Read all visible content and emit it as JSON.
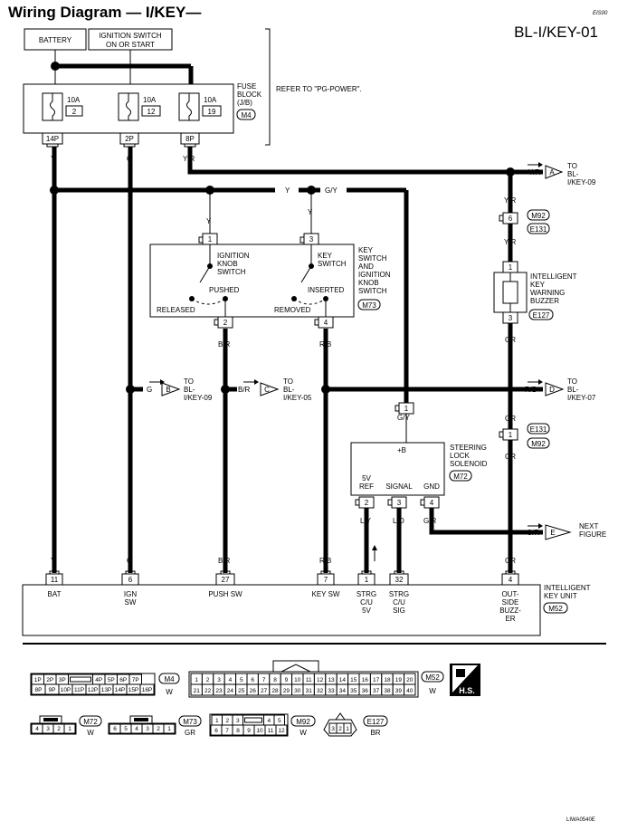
{
  "header": {
    "title": "Wiring Diagram — I/KEY—",
    "code": "BL-I/KEY-01",
    "tiny_code": "EIS00",
    "footer_code": "LIWA0540E"
  },
  "supply": {
    "battery": "BATTERY",
    "ignition": [
      "IGNITION SWITCH",
      "ON OR START"
    ],
    "fuse_block": [
      "FUSE",
      "BLOCK",
      "(J/B)"
    ],
    "fuse_block_conn": "M4",
    "refer": "REFER TO \"PG-POWER\".",
    "fuses": [
      {
        "amp": "10A",
        "num": "2",
        "pin": "14P",
        "wire": "Y"
      },
      {
        "amp": "10A",
        "num": "12",
        "pin": "2P",
        "wire": "G"
      },
      {
        "amp": "10A",
        "num": "19",
        "pin": "8P",
        "wire": "Y/R"
      }
    ]
  },
  "key_switch": {
    "name": [
      "KEY",
      "SWITCH",
      "AND",
      "IGNITION",
      "KNOB",
      "SWITCH"
    ],
    "conn": "M73",
    "knob_label": [
      "IGNITION",
      "KNOB",
      "SWITCH"
    ],
    "key_label": [
      "KEY",
      "SWITCH"
    ],
    "pushed": "PUSHED",
    "released": "RELEASED",
    "inserted": "INSERTED",
    "removed": "REMOVED",
    "pins": [
      "1",
      "3",
      "2",
      "4"
    ],
    "wires": [
      "Y",
      "Y",
      "B/R",
      "R/B"
    ]
  },
  "buzzer": {
    "name": [
      "INTELLIGENT",
      "KEY",
      "WARNING",
      "BUZZER"
    ],
    "conn": "E127",
    "pins": [
      "1",
      "3"
    ]
  },
  "joint1": {
    "pin": "6",
    "conns": [
      "M92",
      "E131"
    ]
  },
  "joint2": {
    "pin": "1",
    "conns": [
      "E131",
      "M92"
    ]
  },
  "solenoid": {
    "name": [
      "STEERING",
      "LOCK",
      "SOLENOID"
    ],
    "conn": "M72",
    "plus": "+B",
    "pin_top": "1",
    "pin_labels": [
      [
        "5V",
        "REF"
      ],
      [
        "SIGNAL"
      ],
      [
        "GND"
      ]
    ],
    "pins": [
      "2",
      "3",
      "4"
    ],
    "wires": [
      "L/Y",
      "L/O",
      "G/R"
    ]
  },
  "arrows": [
    {
      "letter": "A",
      "wire": "Y/R",
      "text": [
        "TO",
        "BL-",
        "I/KEY-09"
      ]
    },
    {
      "letter": "B",
      "wire": "G",
      "text": [
        "TO",
        "BL-",
        "I/KEY-09"
      ]
    },
    {
      "letter": "C",
      "wire": "B/R",
      "text": [
        "TO",
        "BL-",
        "I/KEY-05"
      ]
    },
    {
      "letter": "D",
      "wire": "R/B",
      "text": [
        "TO",
        "BL-",
        "I/KEY-07"
      ]
    },
    {
      "letter": "E",
      "wire": "G/R",
      "text": [
        "NEXT",
        "FIGURE"
      ]
    }
  ],
  "wire_labels": {
    "y_bus": "Y",
    "gy_bus": "G/Y",
    "yr": "Y/R",
    "gr": "GR",
    "gy": "G/Y",
    "y": "Y",
    "g": "G",
    "br": "B/R",
    "rb": "R/B"
  },
  "unit": {
    "name": [
      "INTELLIGENT",
      "KEY UNIT"
    ],
    "conn": "M52",
    "pins": [
      {
        "pin": "11",
        "label": [
          "BAT"
        ]
      },
      {
        "pin": "6",
        "label": [
          "IGN",
          "SW"
        ]
      },
      {
        "pin": "27",
        "label": [
          "PUSH SW"
        ]
      },
      {
        "pin": "7",
        "label": [
          "KEY SW"
        ]
      },
      {
        "pin": "1",
        "label": [
          "STRG",
          "C/U",
          "5V"
        ]
      },
      {
        "pin": "32",
        "label": [
          "STRG",
          "C/U",
          "SIG"
        ]
      },
      {
        "pin": "4",
        "label": [
          "OUT-",
          "SIDE",
          "BUZZ-",
          "ER"
        ]
      }
    ]
  },
  "connectors": {
    "m4": {
      "row1": [
        "1P",
        "2P",
        "3P",
        "",
        "4P",
        "5P",
        "6P",
        "7P"
      ],
      "row2": [
        "8P",
        "9P",
        "10P",
        "11P",
        "12P",
        "13P",
        "14P",
        "15P",
        "16P"
      ],
      "id": "M4",
      "color": "W"
    },
    "m52": {
      "row1": [
        "1",
        "2",
        "3",
        "4",
        "5",
        "6",
        "7",
        "8",
        "9",
        "10",
        "11",
        "12",
        "13",
        "14",
        "15",
        "16",
        "17",
        "18",
        "19",
        "20"
      ],
      "row2": [
        "21",
        "22",
        "23",
        "24",
        "25",
        "26",
        "27",
        "28",
        "29",
        "30",
        "31",
        "32",
        "33",
        "34",
        "35",
        "36",
        "37",
        "38",
        "39",
        "40"
      ],
      "id": "M52",
      "color": "W"
    },
    "m72": {
      "pins": [
        "4",
        "3",
        "2",
        "1"
      ],
      "id": "M72",
      "color": "W"
    },
    "m73": {
      "pins": [
        "6",
        "5",
        "4",
        "3",
        "2",
        "1"
      ],
      "id": "M73",
      "color": "GR"
    },
    "m92": {
      "row1": [
        "1",
        "2",
        "3",
        "",
        "4",
        "5"
      ],
      "row2": [
        "6",
        "7",
        "8",
        "9",
        "10",
        "11",
        "12"
      ],
      "id": "M92",
      "color": "W"
    },
    "e127": {
      "pins": [
        "3",
        "2",
        "1"
      ],
      "id": "E127",
      "color": "BR"
    },
    "hs": "H.S."
  }
}
